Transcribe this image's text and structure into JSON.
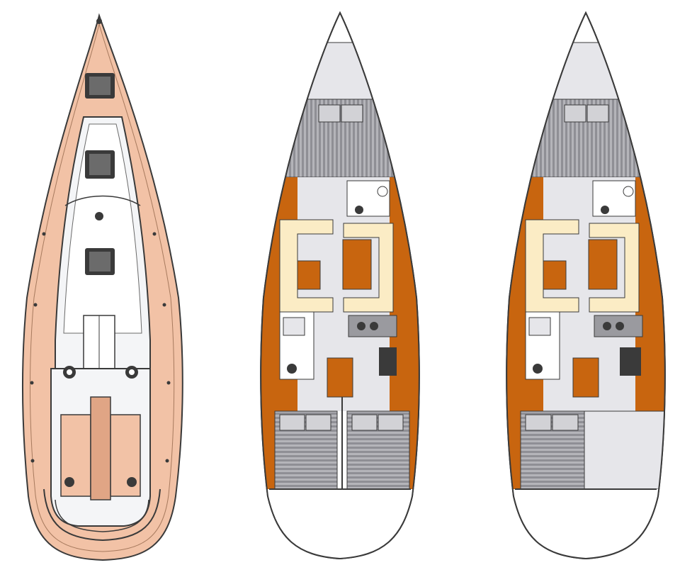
{
  "colors": {
    "deck": "#f2c2a6",
    "deck_dark": "#e0a585",
    "deck_white": "#f4f5f7",
    "hull_white": "#ffffff",
    "wood": "#c8650f",
    "wood_dark": "#a44e08",
    "cream": "#fbecc5",
    "floor": "#e6e6ea",
    "bunk": "#a9a9ae",
    "bunk_stripe": "#8e8e94",
    "hatch": "#3a3a3a",
    "line": "#3a3a3a"
  },
  "views": [
    {
      "name": "deck-plan",
      "icon": "deck-plan-icon"
    },
    {
      "name": "layout-two-aft-cabins",
      "icon": "interior-plan-icon"
    },
    {
      "name": "layout-one-aft-cabin",
      "icon": "interior-plan-icon"
    }
  ]
}
